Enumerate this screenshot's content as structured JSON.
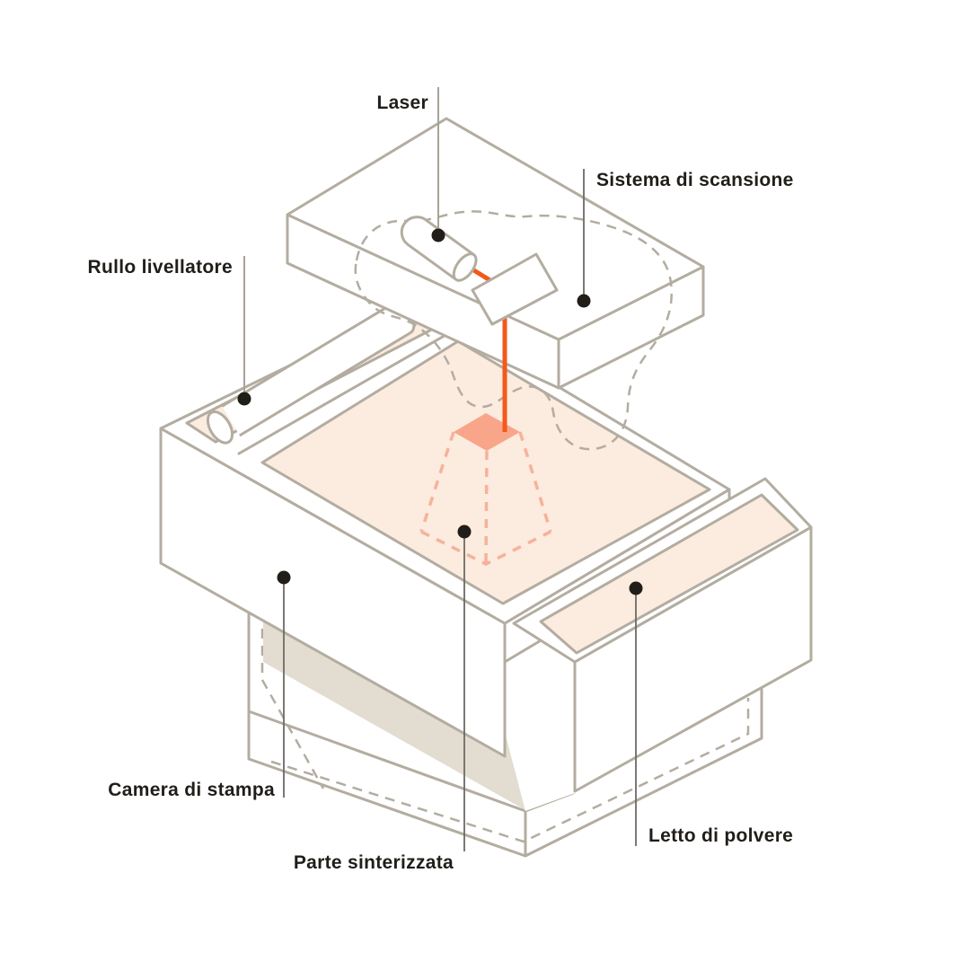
{
  "figure": {
    "kind": "isometric technical illustration of an SLS 3D printer",
    "language": "Italian"
  },
  "labels": {
    "laser": {
      "text": "Laser"
    },
    "scanning_system": {
      "text": "Sistema di scansione"
    },
    "leveling_roller": {
      "text": "Rullo livellatore"
    },
    "print_chamber": {
      "text": "Camera di stampa"
    },
    "sintered_part": {
      "text": "Parte sinterizzata"
    },
    "powder_bed": {
      "text": "Letto di polvere"
    }
  },
  "colors": {
    "background": "#ffffff",
    "line": "#b3aca0",
    "ink": "#211e1a",
    "powder": "#fcebdf",
    "wall": "#e2dcd1",
    "sinter_fill": "#f8a58a",
    "sinter_dash": "#f6b29b",
    "beam": "#f2591a",
    "leader_light": "#a9a296",
    "leader_dark": "#6e6a64"
  }
}
